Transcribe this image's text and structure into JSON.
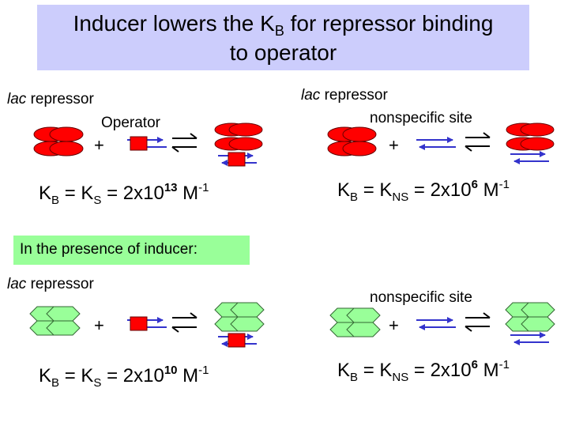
{
  "title": {
    "line1_before": "Inducer lowers the K",
    "line1_sub": "B",
    "line1_after": " for repressor binding",
    "line2": "to operator"
  },
  "panels": {
    "top_left": {
      "repressor_italic": "lac",
      "repressor_rest": " repressor",
      "site_label": "Operator",
      "plus": "+",
      "eq": {
        "k": "K",
        "k_sub": "B",
        "eq1": " = K",
        "ks_sub": "S",
        "eq2": " = 2x10",
        "exp": "13",
        "unit": " M",
        "unit_exp": "-1"
      }
    },
    "top_right": {
      "repressor_italic": "lac",
      "repressor_rest": " repressor",
      "site_label": "nonspecific site",
      "plus": "+",
      "eq": {
        "k": "K",
        "k_sub": "B",
        "eq1": " = K",
        "ks_sub": "NS",
        "eq2": " = 2x10",
        "exp": "6",
        "unit": " M",
        "unit_exp": "-1"
      }
    },
    "inducer_label": "In the presence of inducer:",
    "bottom_left": {
      "repressor_italic": "lac",
      "repressor_rest": " repressor",
      "plus": "+",
      "eq": {
        "k": "K",
        "k_sub": "B",
        "eq1": " = K",
        "ks_sub": "S",
        "eq2": " = 2x10",
        "exp": "10",
        "unit": " M",
        "unit_exp": "-1"
      }
    },
    "bottom_right": {
      "site_label": "nonspecific site",
      "plus": "+",
      "eq": {
        "k": "K",
        "k_sub": "B",
        "eq1": " = K",
        "ks_sub": "NS",
        "eq2": " = 2x10",
        "exp": "6",
        "unit": " M",
        "unit_exp": "-1"
      }
    }
  },
  "colors": {
    "title_bg": "#cccdfc",
    "inducer_bg": "#99ff99",
    "repressor_red": "#ff0000",
    "repressor_green": "#99ff99",
    "dna_blue": "#3333cc",
    "operator_red": "#ff0000"
  }
}
